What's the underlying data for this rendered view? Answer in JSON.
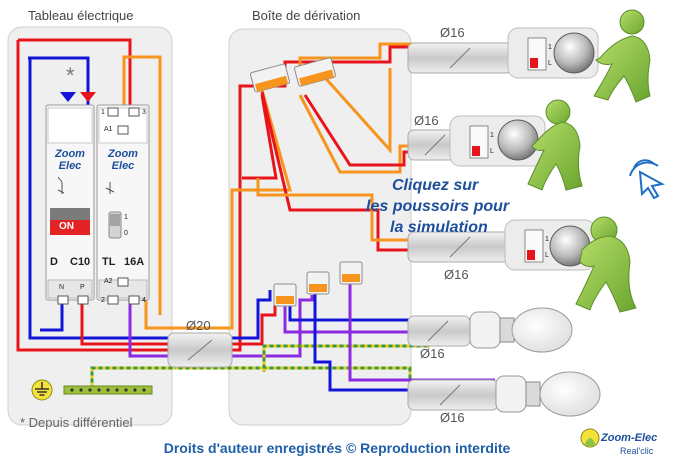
{
  "labels": {
    "panel_title": "Tableau électrique",
    "box_title": "Boîte de dérivation",
    "footnote": "* Depuis différentiel",
    "asterisk": "*",
    "copyright": "Droits d'auteur enregistrés © Reproduction interdite",
    "instruction_line1": "Cliquez sur",
    "instruction_line2": "les poussoirs pour",
    "instruction_line3": "la simulation",
    "logo": "Zoom-Elec",
    "logo_sub": "Real'clic"
  },
  "conduits": [
    "Ø16",
    "Ø16",
    "Ø16",
    "Ø16",
    "Ø16",
    "Ø20"
  ],
  "breaker": {
    "brand_1": "Zoom",
    "brand_2": "Elec",
    "on_label": "ON",
    "curve": "D",
    "rating": "C10",
    "terminal_n": "N",
    "terminal_p": "P"
  },
  "telerupteur": {
    "brand_1": "Zoom",
    "brand_2": "Elec",
    "type": "TL",
    "rating": "16A",
    "terminal_a1": "A1",
    "terminal_a2": "A2",
    "terminal_1": "1",
    "terminal_2": "2",
    "terminal_3": "3",
    "terminal_4": "4",
    "switch_0": "0",
    "switch_1": "1"
  },
  "pushbutton": {
    "terminal_1": "1",
    "terminal_l": "L"
  },
  "colors": {
    "phase": "#e8141c",
    "neutral": "#1414d8",
    "return": "#f7941d",
    "lamp_return": "#8a2be2",
    "earth_yellow": "#e6d21e",
    "earth_green": "#3c9a3c",
    "figure": "#8bc34a",
    "text_blue": "#1d4f9c"
  },
  "icons": [
    "earth-symbol-icon",
    "cursor-click-icon",
    "light-bulb-icon",
    "push-button-icon"
  ]
}
